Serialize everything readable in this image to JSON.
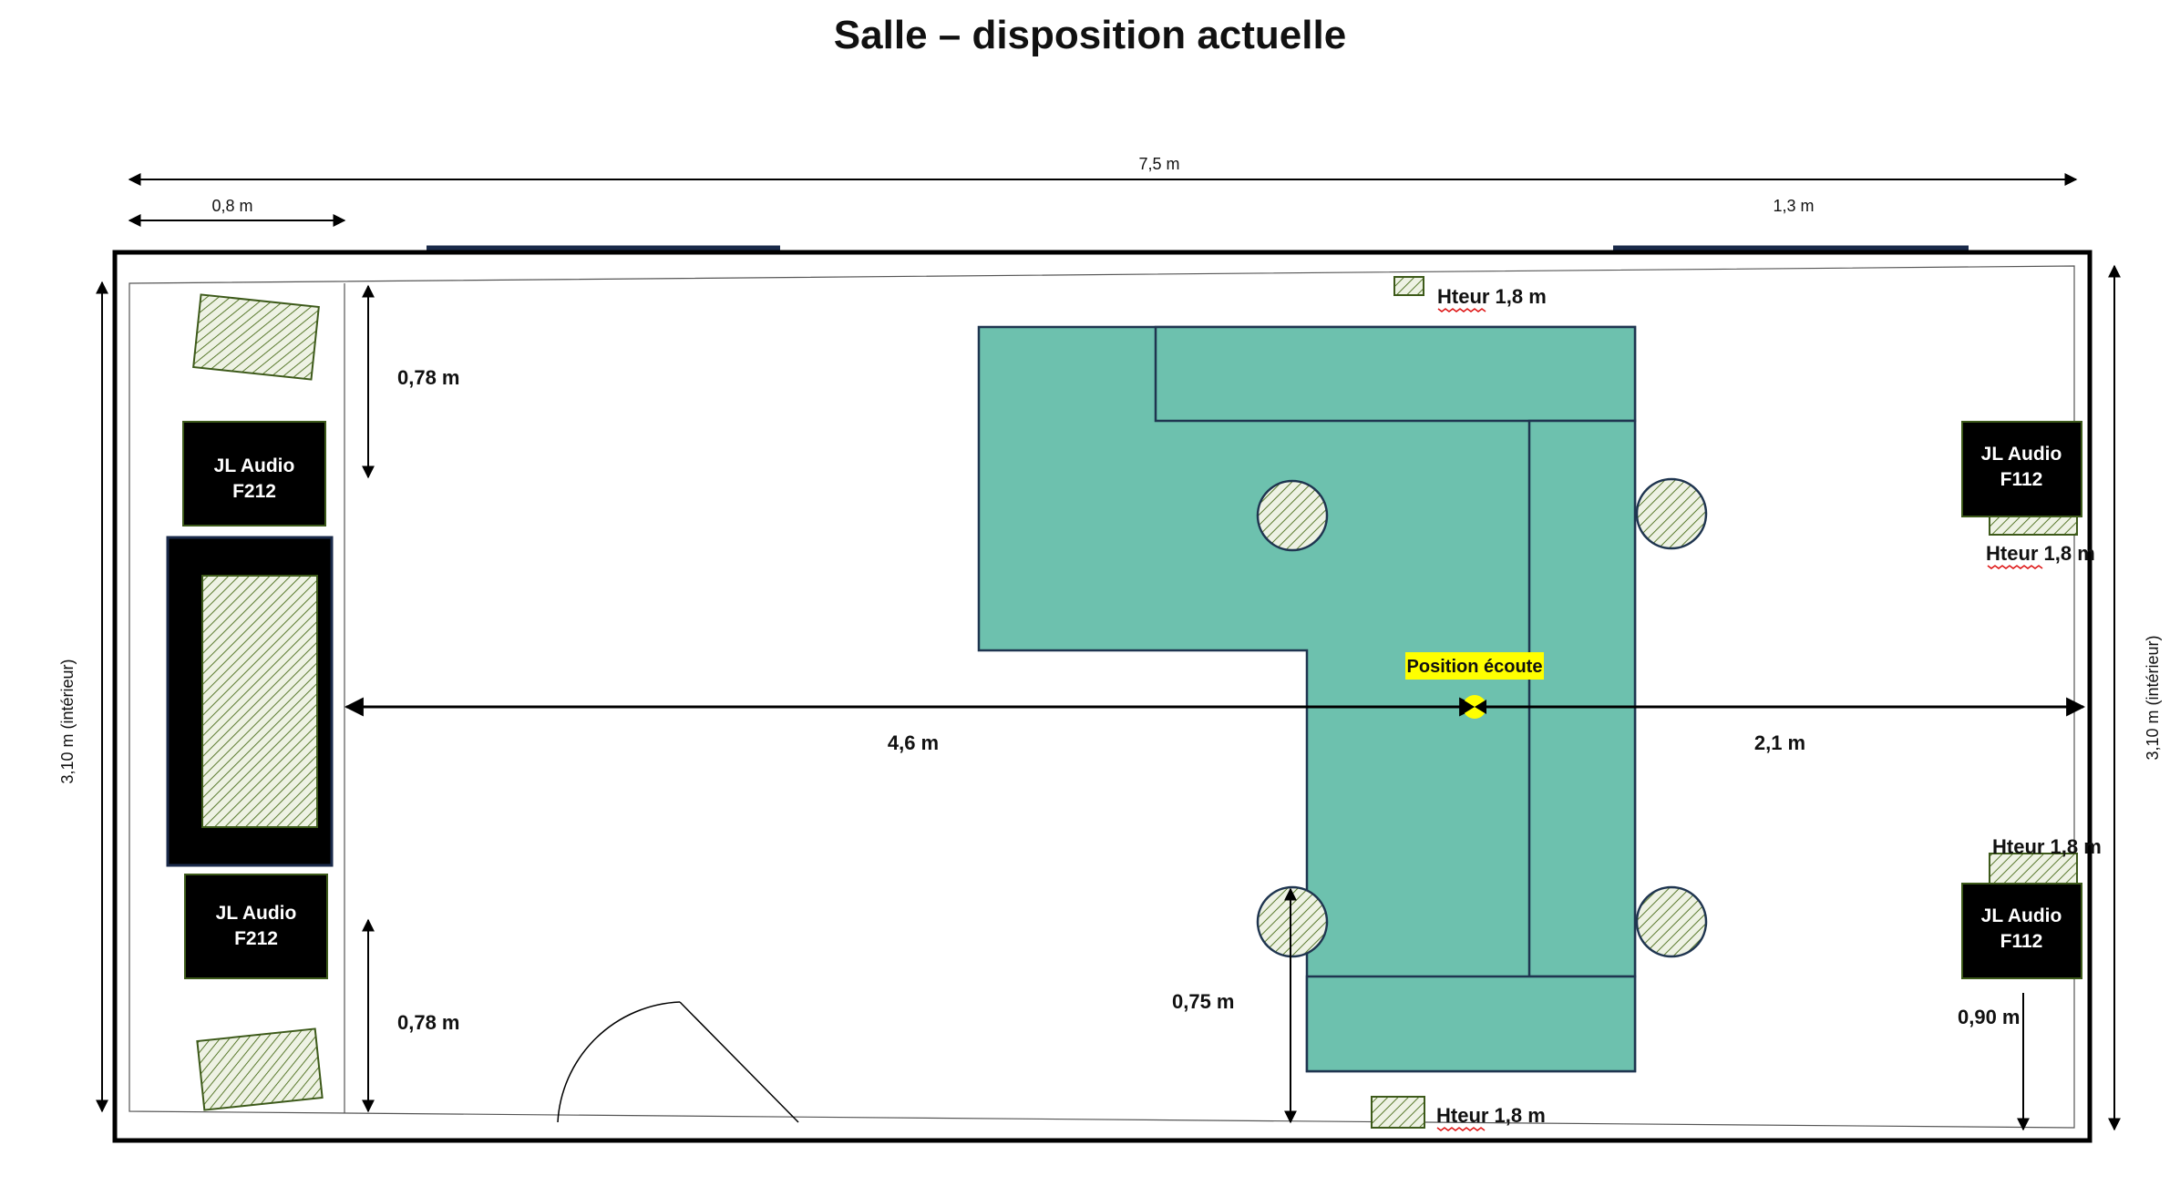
{
  "title": "Salle – disposition actuelle",
  "dimensions": {
    "total_width": "7,5 m",
    "left_zone": "0,8 m",
    "right_zone": "1,3 m",
    "room_height_left": "3,10 m (intérieur)",
    "room_height_right": "3,10 m (intérieur)",
    "top_gap": "0,78 m",
    "bottom_gap": "0,78 m",
    "to_front": "4,6 m",
    "to_back": "2,1 m",
    "sofa_to_wall": "0,75 m",
    "surround_to_wall": "0,90 m"
  },
  "speakers": {
    "front_top": [
      "JL Audio",
      "F212"
    ],
    "front_bottom": [
      "JL Audio",
      "F212"
    ],
    "rear_top": [
      "JL Audio",
      "F112"
    ],
    "rear_bottom": [
      "JL Audio",
      "F112"
    ]
  },
  "heights": {
    "top_center": "Hteur 1,8 m",
    "rear_top": "Hteur 1,8 m",
    "rear_bottom": "Hteur 1,8 m",
    "bottom_center": "Hteur 1,8 m"
  },
  "listening_position": "Position écoute",
  "colors": {
    "sofa": "#6dc1ae",
    "sofa_outline": "#1f3550",
    "hatch": "#5a7a2e",
    "highlight": "#ffff00",
    "speaker": "#000000"
  }
}
